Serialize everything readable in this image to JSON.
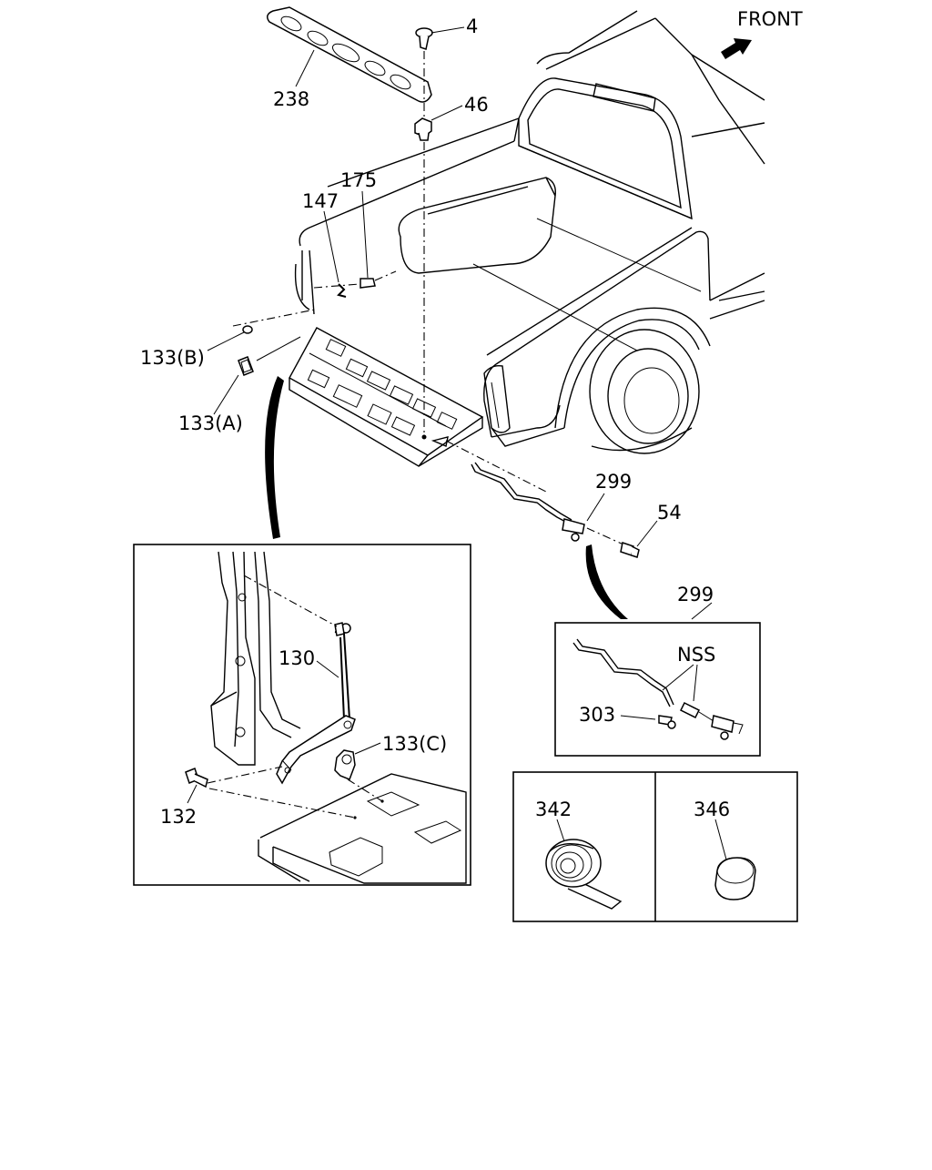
{
  "direction": {
    "label": "FRONT"
  },
  "labels": {
    "p4": "4",
    "p238": "238",
    "p46": "46",
    "p175": "175",
    "p147": "147",
    "p133b": "133(B)",
    "p133a": "133(A)",
    "p299": "299",
    "p54": "54",
    "p130": "130",
    "p133c": "133(C)",
    "p132": "132",
    "p299_detail": "299",
    "nss": "NSS",
    "p303": "303",
    "p342": "342",
    "p346": "346"
  },
  "icons": [
    "front-arrow-icon"
  ]
}
